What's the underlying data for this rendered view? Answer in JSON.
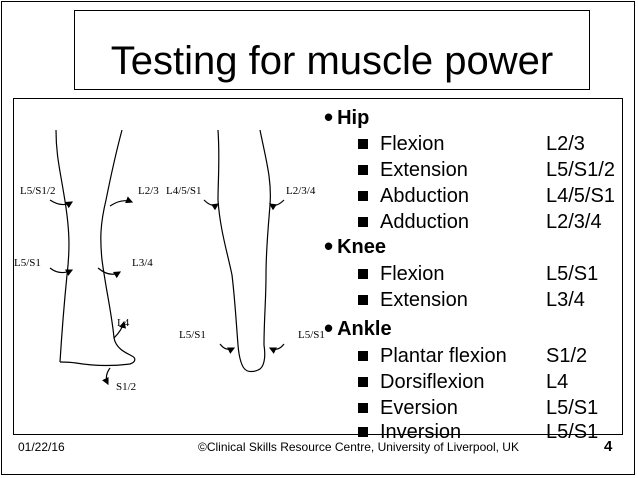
{
  "slide": {
    "title": "Testing for muscle power",
    "footer_date": "01/22/16",
    "footer_credit": "©Clinical Skills Resource Centre, University of Liverpool, UK",
    "page_number": "4"
  },
  "diagram": {
    "side_leg_labels": [
      "L5/S1/2",
      "L2/3",
      "L5/S1",
      "L3/4",
      "L4",
      "S1/2"
    ],
    "front_leg_labels": [
      "L4/5/S1",
      "L2/3/4",
      "L5/S1",
      "L5/S1"
    ]
  },
  "sections": [
    {
      "heading": "Hip",
      "items": [
        {
          "movement": "Flexion",
          "roots": "L2/3"
        },
        {
          "movement": "Extension",
          "roots": "L5/S1/2"
        },
        {
          "movement": "Abduction",
          "roots": "L4/5/S1"
        },
        {
          "movement": "Adduction",
          "roots": "L2/3/4"
        }
      ]
    },
    {
      "heading": "Knee",
      "items": [
        {
          "movement": "Flexion",
          "roots": "L5/S1"
        },
        {
          "movement": "Extension",
          "roots": "L3/4"
        }
      ]
    },
    {
      "heading": "Ankle",
      "items": [
        {
          "movement": "Plantar flexion",
          "roots": "S1/2"
        },
        {
          "movement": "Dorsiflexion",
          "roots": "L4"
        },
        {
          "movement": "Eversion",
          "roots": "L5/S1"
        },
        {
          "movement": "Inversion",
          "roots": "L5/S1"
        }
      ]
    }
  ]
}
